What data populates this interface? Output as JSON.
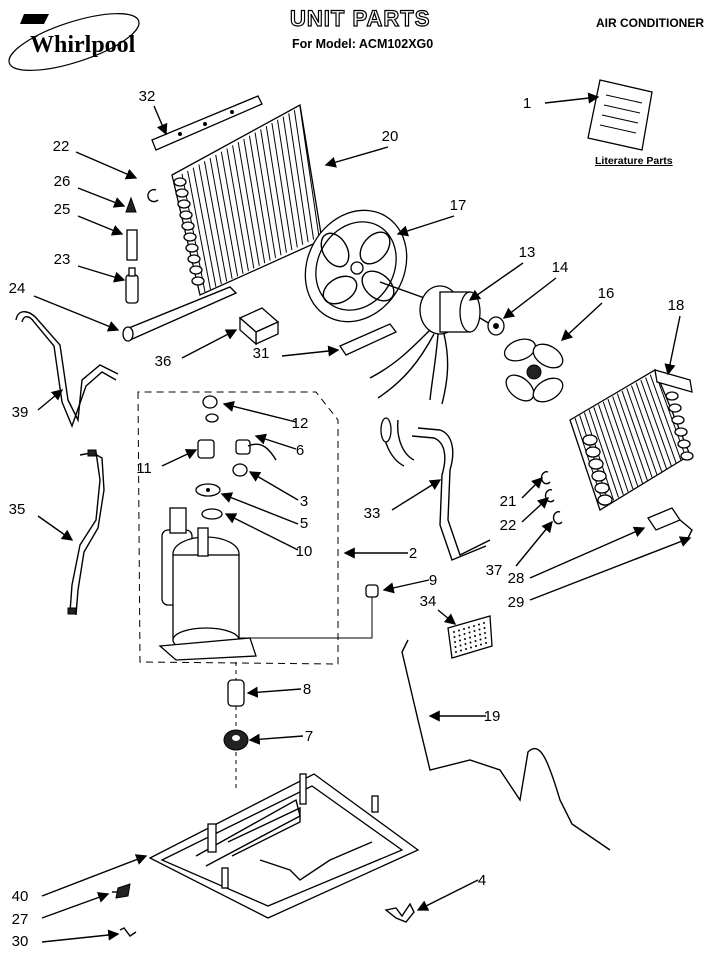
{
  "header": {
    "brand": "Whirlpool",
    "title": "UNIT PARTS",
    "subtitle": "For Model: ACM102XG0",
    "category": "AIR CONDITIONER"
  },
  "literature_caption": "Literature Parts",
  "callouts": [
    "1",
    "2",
    "3",
    "4",
    "5",
    "6",
    "7",
    "8",
    "9",
    "10",
    "11",
    "12",
    "13",
    "14",
    "16",
    "17",
    "18",
    "19",
    "20",
    "21",
    "22",
    "22",
    "23",
    "24",
    "25",
    "26",
    "27",
    "28",
    "29",
    "30",
    "31",
    "32",
    "33",
    "34",
    "35",
    "36",
    "37",
    "39",
    "40"
  ]
}
